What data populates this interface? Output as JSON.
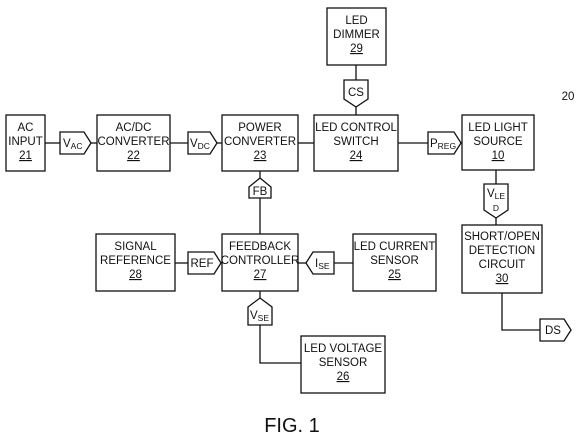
{
  "diagram_ref": "20",
  "figure_caption": "FIG. 1",
  "blocks": {
    "ac_input": {
      "lines": [
        "AC",
        "INPUT"
      ],
      "number": "21"
    },
    "acdc_converter": {
      "lines": [
        "AC/DC",
        "CONVERTER"
      ],
      "number": "22"
    },
    "power_converter": {
      "lines": [
        "POWER",
        "CONVERTER"
      ],
      "number": "23"
    },
    "led_control_switch": {
      "lines": [
        "LED CONTROL",
        "SWITCH"
      ],
      "number": "24"
    },
    "led_light_source": {
      "lines": [
        "LED LIGHT",
        "SOURCE"
      ],
      "number": "10"
    },
    "led_dimmer": {
      "lines": [
        "LED",
        "DIMMER"
      ],
      "number": "29"
    },
    "signal_reference": {
      "lines": [
        "SIGNAL",
        "REFERENCE"
      ],
      "number": "28"
    },
    "feedback_controller": {
      "lines": [
        "FEEDBACK",
        "CONTROLLER"
      ],
      "number": "27"
    },
    "led_current_sensor": {
      "lines": [
        "LED CURRENT",
        "SENSOR"
      ],
      "number": "25"
    },
    "led_voltage_sensor": {
      "lines": [
        "LED VOLTAGE",
        "SENSOR"
      ],
      "number": "26"
    },
    "detection_circuit": {
      "lines": [
        "SHORT/OPEN",
        "DETECTION",
        "CIRCUIT"
      ],
      "number": "30"
    }
  },
  "signals": {
    "vac": {
      "main": "V",
      "sub": "AC"
    },
    "vdc": {
      "main": "V",
      "sub": "DC"
    },
    "preg": {
      "main": "P",
      "sub": "REG"
    },
    "cs": {
      "main": "CS",
      "sub": ""
    },
    "fb": {
      "main": "FB",
      "sub": ""
    },
    "ref": {
      "main": "REF",
      "sub": ""
    },
    "ise": {
      "main": "I",
      "sub": "SE"
    },
    "vse": {
      "main": "V",
      "sub": "SE"
    },
    "vled": {
      "main": "V",
      "sub": "LE",
      "sub2": "D"
    },
    "ds": {
      "main": "DS",
      "sub": ""
    }
  }
}
